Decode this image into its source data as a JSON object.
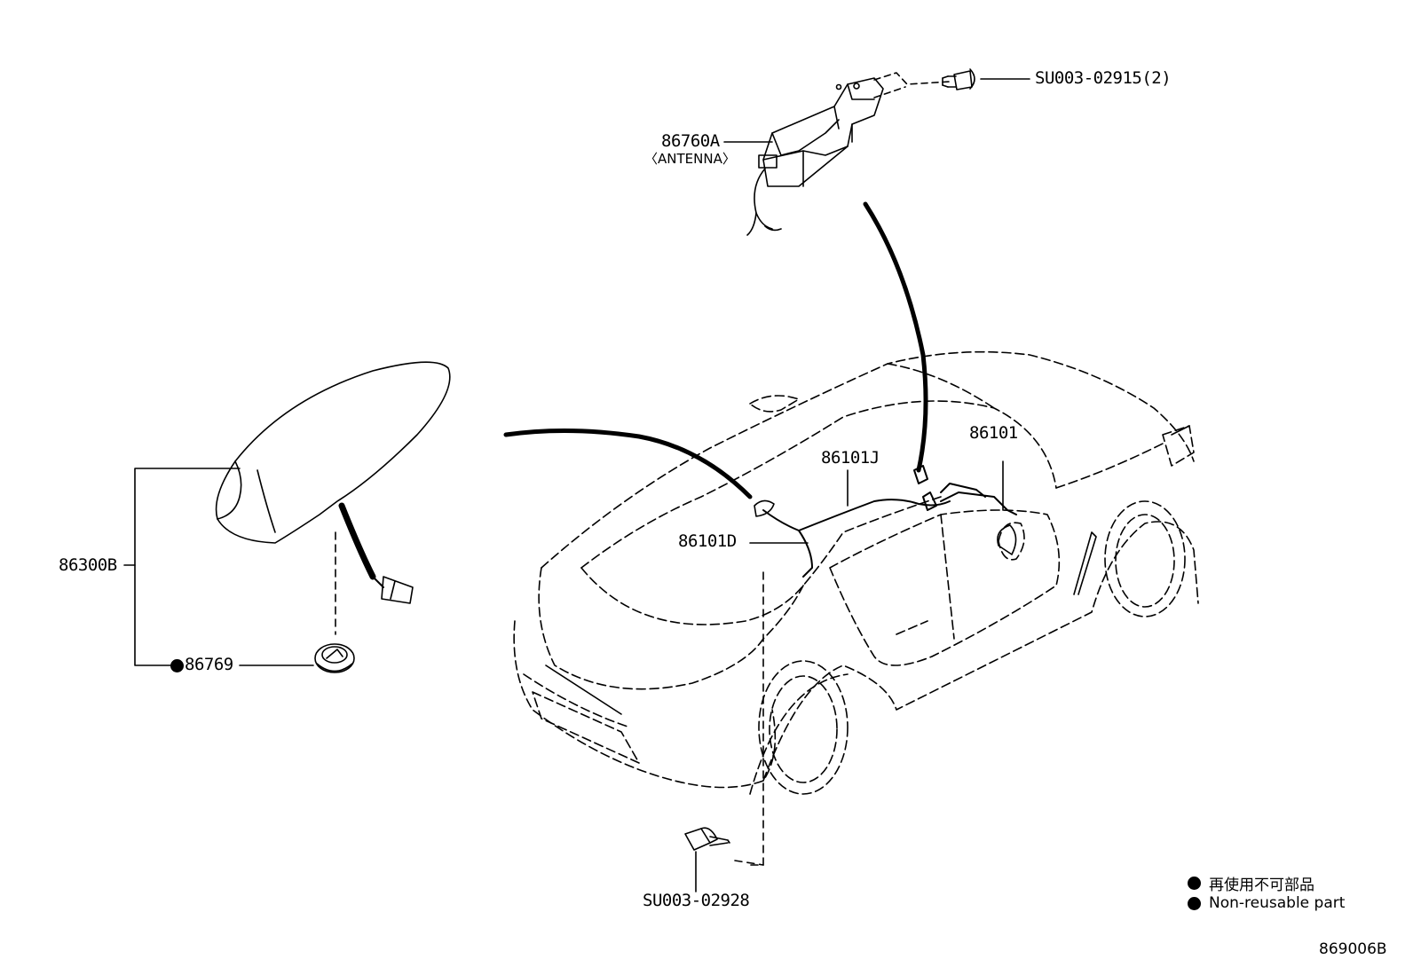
{
  "parts": {
    "antenna_assembly": "86760A",
    "antenna_note": "〈ANTENNA〉",
    "screw_top": "SU003-02915(2)",
    "shark_fin_antenna": "86300B",
    "gasket": "86769",
    "cord_main": "86101",
    "cord_j": "86101J",
    "cord_d": "86101D",
    "screw_bottom": "SU003-02928"
  },
  "legend": {
    "items": [
      {
        "symbol": "filled-circle",
        "label": "再使用不可部品"
      },
      {
        "symbol": "filled-circle",
        "label": "Non-reusable part"
      }
    ]
  },
  "figure_code": "869006B"
}
